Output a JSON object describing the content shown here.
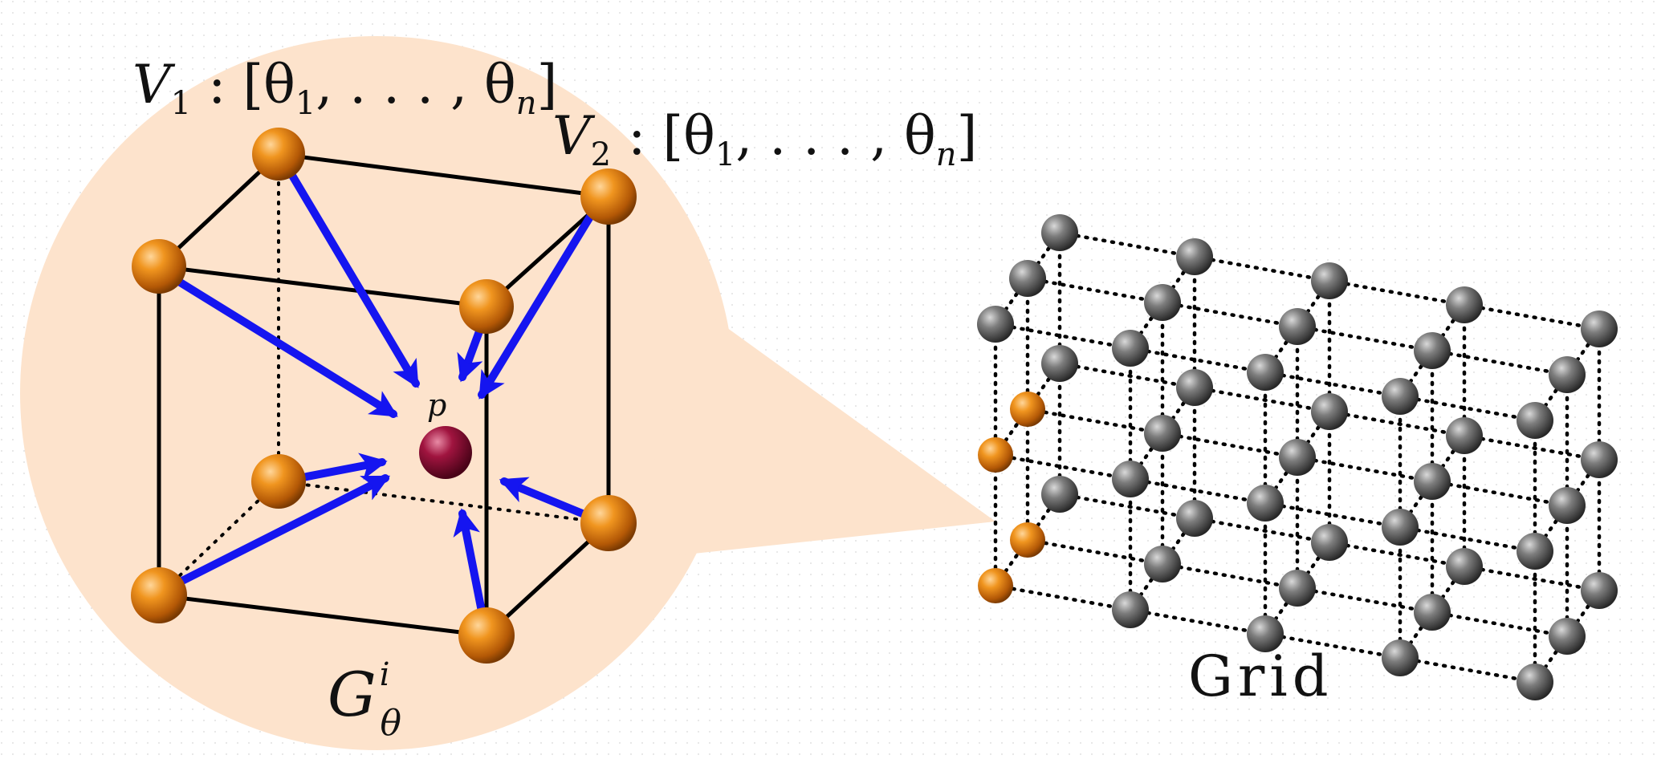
{
  "diagram": {
    "v1_label": {
      "name": "V",
      "sub": "1",
      "colon": " : ",
      "vector": "[θ",
      "vsub1": "1",
      "mid": ", . . . , θ",
      "vsubn": "n",
      "close": "]"
    },
    "v2_label": {
      "name": "V",
      "sub": "2",
      "colon": " : ",
      "vector": "[θ",
      "vsub1": "1",
      "mid": ", . . . , θ",
      "vsubn": "n",
      "close": "]"
    },
    "point_label": "p",
    "cell_label": {
      "main": "G",
      "sup": "i",
      "sub": "θ"
    },
    "grid_label": "Grid"
  },
  "colors": {
    "bubble": "#fde3cc",
    "arrow": "#1515f0",
    "vertex_orange": "#e07a10",
    "vertex_gray": "#6e6e6e",
    "point": "#8a0e33",
    "edge": "#000000"
  }
}
